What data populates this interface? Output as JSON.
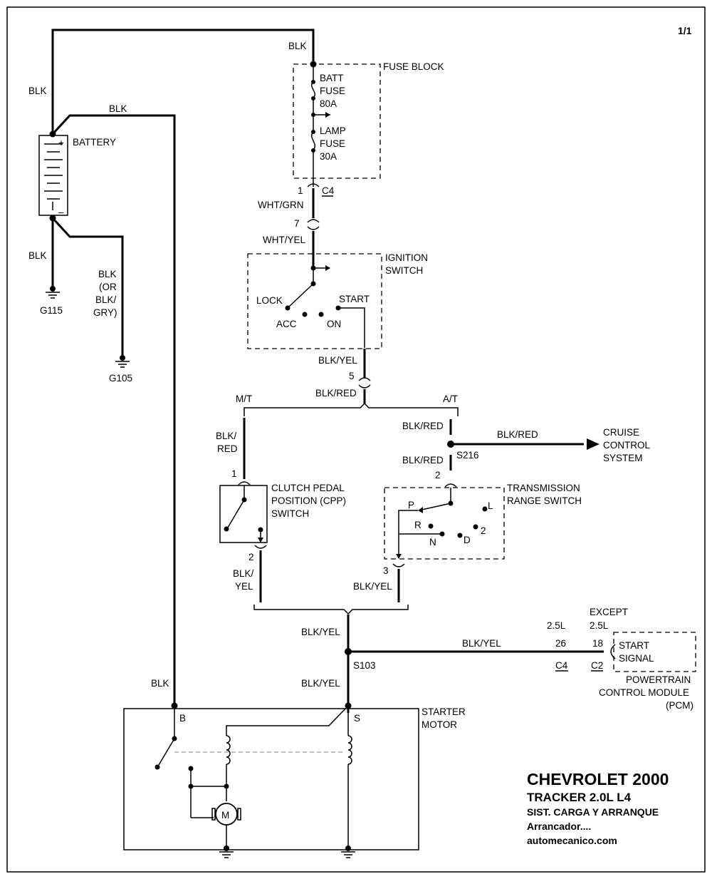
{
  "page": "1/1",
  "battery": {
    "label": "BATTERY",
    "plus": "+",
    "minus": "–"
  },
  "fuse_block": {
    "label": "FUSE BLOCK",
    "fuse1": [
      "BATT",
      "FUSE",
      "80A"
    ],
    "fuse2": [
      "LAMP",
      "FUSE",
      "30A"
    ]
  },
  "ignition": {
    "label": [
      "IGNITION",
      "SWITCH"
    ],
    "positions": {
      "lock": "LOCK",
      "acc": "ACC",
      "on": "ON",
      "start": "START"
    }
  },
  "branches": {
    "mt": "M/T",
    "at": "A/T"
  },
  "cruise": [
    "CRUISE",
    "CONTROL",
    "SYSTEM"
  ],
  "cpp": {
    "label": [
      "CLUTCH PEDAL",
      "POSITION (CPP)",
      "SWITCH"
    ],
    "pin_top": "1",
    "pin_bottom": "2"
  },
  "trs": {
    "label": [
      "TRANSMISSION",
      "RANGE SWITCH"
    ],
    "pin_top": "2",
    "pin_bottom": "3",
    "positions": {
      "p": "P",
      "r": "R",
      "n": "N",
      "d": "D",
      "two": "2",
      "l": "L"
    }
  },
  "pcm": {
    "except": "EXCEPT",
    "l25a": "2.5L",
    "l25b": "2.5L",
    "pin_a": "26",
    "pin_b": "18",
    "conn_a": "C4",
    "conn_b": "C2",
    "inner": [
      "START",
      "SIGNAL"
    ],
    "label": [
      "POWERTRAIN",
      "CONTROL MODULE",
      "(PCM)"
    ]
  },
  "starter": {
    "label": [
      "STARTER",
      "MOTOR"
    ],
    "term_b": "B",
    "term_s": "S",
    "motor": "M"
  },
  "grounds": {
    "g115": "G115",
    "g105": "G105"
  },
  "splices": {
    "s216": "S216",
    "s103": "S103"
  },
  "connectors": {
    "c4_pin": "1",
    "c4": "C4",
    "pin7": "7",
    "pin5": "5"
  },
  "wires": {
    "blk_top": "BLK",
    "blk_left": "BLK",
    "blk_batt": "BLK",
    "blk_g115": "BLK",
    "blk_g105": [
      "BLK",
      "(OR",
      "BLK/",
      "GRY)"
    ],
    "wht_grn": "WHT/GRN",
    "wht_yel": "WHT/YEL",
    "blk_yel_ign": "BLK/YEL",
    "blk_red_main": "BLK/RED",
    "blk_red_mt": [
      "BLK/",
      "RED"
    ],
    "blk_red_at": "BLK/RED",
    "blk_red_cruise": "BLK/RED",
    "blk_red_trs": "BLK/RED",
    "blk_yel_cpp": [
      "BLK/",
      "YEL"
    ],
    "blk_yel_trs": "BLK/YEL",
    "blk_yel_join": "BLK/YEL",
    "blk_yel_pcm": "BLK/YEL",
    "blk_yel_starter": "BLK/YEL",
    "blk_starter": "BLK"
  },
  "title": {
    "line1": "CHEVROLET 2000",
    "line2": "TRACKER  2.0L  L4",
    "line3": "SIST. CARGA Y ARRANQUE",
    "line4": "Arrancador....",
    "line5": "automecanico.com"
  }
}
